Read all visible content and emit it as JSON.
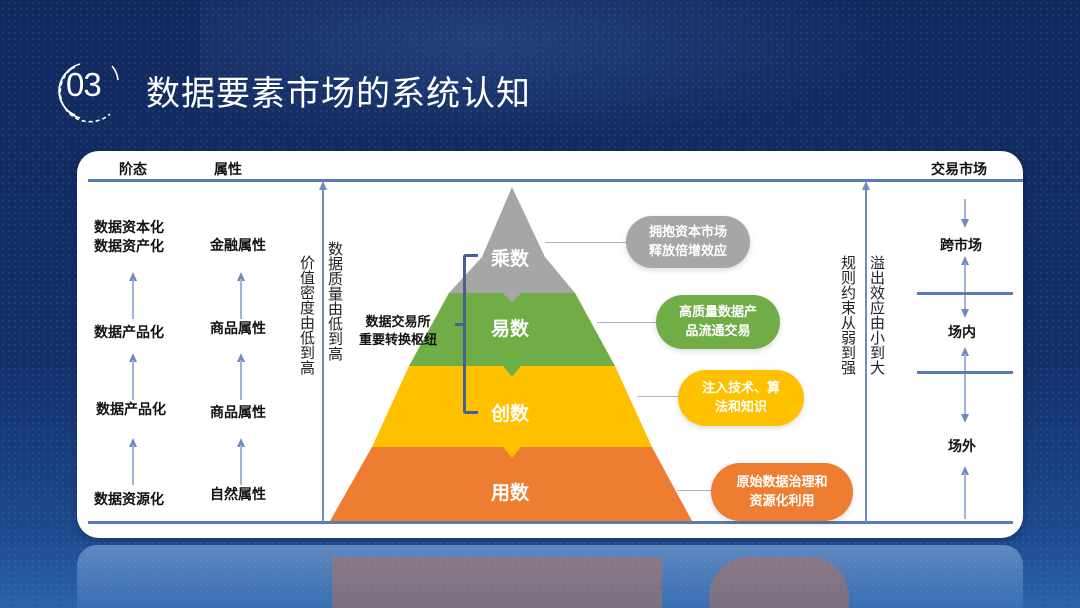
{
  "header": {
    "section_number": "03",
    "title": "数据要素市场的系统认知"
  },
  "columns": {
    "stage_header": "阶态",
    "attribute_header": "属性",
    "market_header": "交易市场"
  },
  "stages": [
    {
      "line1": "数据资本化",
      "line2": "数据资产化"
    },
    {
      "line1": "数据产品化"
    },
    {
      "line1": "数据产品化"
    },
    {
      "line1": "数据资源化"
    }
  ],
  "attributes": [
    "金融属性",
    "商品属性",
    "商品属性",
    "自然属性"
  ],
  "axes": {
    "value_density": "价值密度由低到高",
    "data_quality": "数据质量由低到高",
    "rule_constraint": "规则约束从弱到强",
    "spillover": "溢出效应由小到大"
  },
  "pyramid": {
    "exchange_note_line1": "数据交易所",
    "exchange_note_line2": "重要转换枢纽",
    "layers": [
      {
        "label": "乘数",
        "color": "#a6a6a6",
        "desc_line1": "拥抱资本市场",
        "desc_line2": "释放倍增效应"
      },
      {
        "label": "易数",
        "color": "#70ad47",
        "desc_line1": "高质量数据产",
        "desc_line2": "品流通交易"
      },
      {
        "label": "创数",
        "color": "#ffc000",
        "desc_line1": "注入技术、算",
        "desc_line2": "法和知识"
      },
      {
        "label": "用数",
        "color": "#ed7d31",
        "desc_line1": "原始数据治理和",
        "desc_line2": "资源化利用"
      }
    ]
  },
  "markets": [
    "跨市场",
    "场内",
    "场外"
  ],
  "colors": {
    "background": "#13306a",
    "axis_line": "#5b7bb5",
    "gray": "#a6a6a6",
    "green": "#70ad47",
    "yellow": "#ffc000",
    "orange": "#ed7d31"
  }
}
